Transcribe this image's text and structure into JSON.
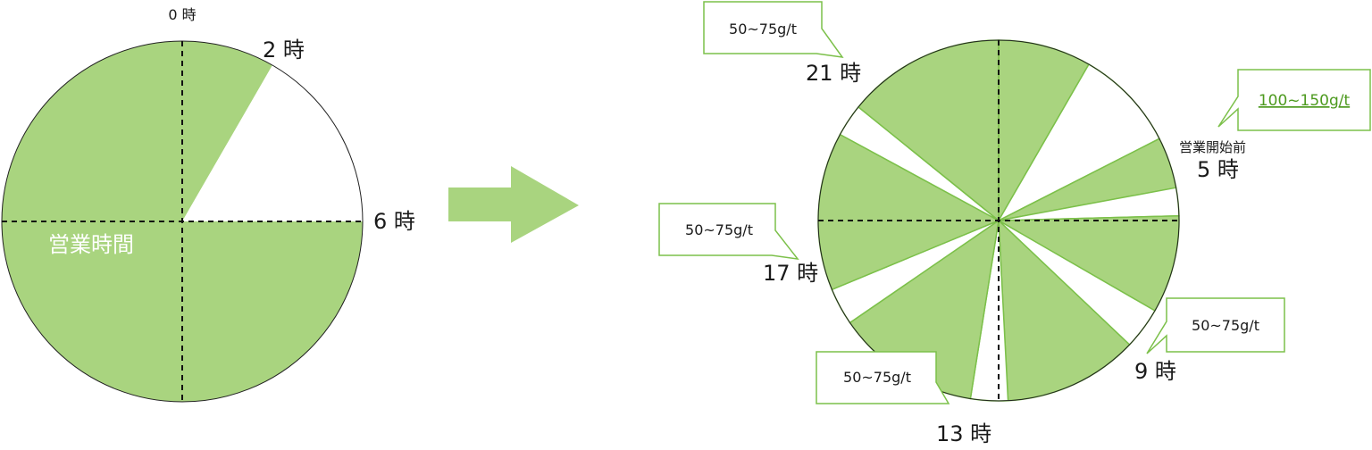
{
  "left_clock": {
    "top_label": "0 時",
    "label_2": "2 時",
    "label_6": "6 時",
    "inside_label": "営業時間",
    "fill_color": "#a9d47f",
    "slices": [
      {
        "from_hour": 0,
        "to_hour": 2,
        "filled": true
      },
      {
        "from_hour": 2,
        "to_hour": 6,
        "filled": false
      },
      {
        "from_hour": 6,
        "to_hour": 24,
        "filled": true
      }
    ]
  },
  "arrow": {
    "color": "#a9d47f"
  },
  "right_clock": {
    "fill_color": "#a9d47f",
    "stroke_color": "#7cc04a",
    "label_21": "21 時",
    "label_5_note": "営業開始前",
    "label_5": "5 時",
    "label_9": "9 時",
    "label_13": "13 時",
    "label_17": "17 時",
    "slices": [
      {
        "from_hour": 0.0,
        "to_hour": 2.0,
        "filled": true
      },
      {
        "from_hour": 2.0,
        "to_hour": 4.2,
        "filled": false
      },
      {
        "from_hour": 4.2,
        "to_hour": 5.3,
        "filled": true
      },
      {
        "from_hour": 5.3,
        "to_hour": 5.9,
        "filled": false
      },
      {
        "from_hour": 5.9,
        "to_hour": 8.0,
        "filled": true
      },
      {
        "from_hour": 8.0,
        "to_hour": 8.9,
        "filled": false
      },
      {
        "from_hour": 8.9,
        "to_hour": 11.8,
        "filled": true
      },
      {
        "from_hour": 11.8,
        "to_hour": 12.6,
        "filled": false
      },
      {
        "from_hour": 12.6,
        "to_hour": 15.7,
        "filled": true
      },
      {
        "from_hour": 15.7,
        "to_hour": 16.5,
        "filled": false
      },
      {
        "from_hour": 16.5,
        "to_hour": 19.9,
        "filled": true
      },
      {
        "from_hour": 19.9,
        "to_hour": 20.6,
        "filled": false
      },
      {
        "from_hour": 20.6,
        "to_hour": 24.0,
        "filled": true
      }
    ]
  },
  "callouts": {
    "c21": "50~75g/t",
    "c5": "100~150g/t",
    "c17": "50~75g/t",
    "c9": "50~75g/t",
    "c13": "50~75g/t"
  }
}
